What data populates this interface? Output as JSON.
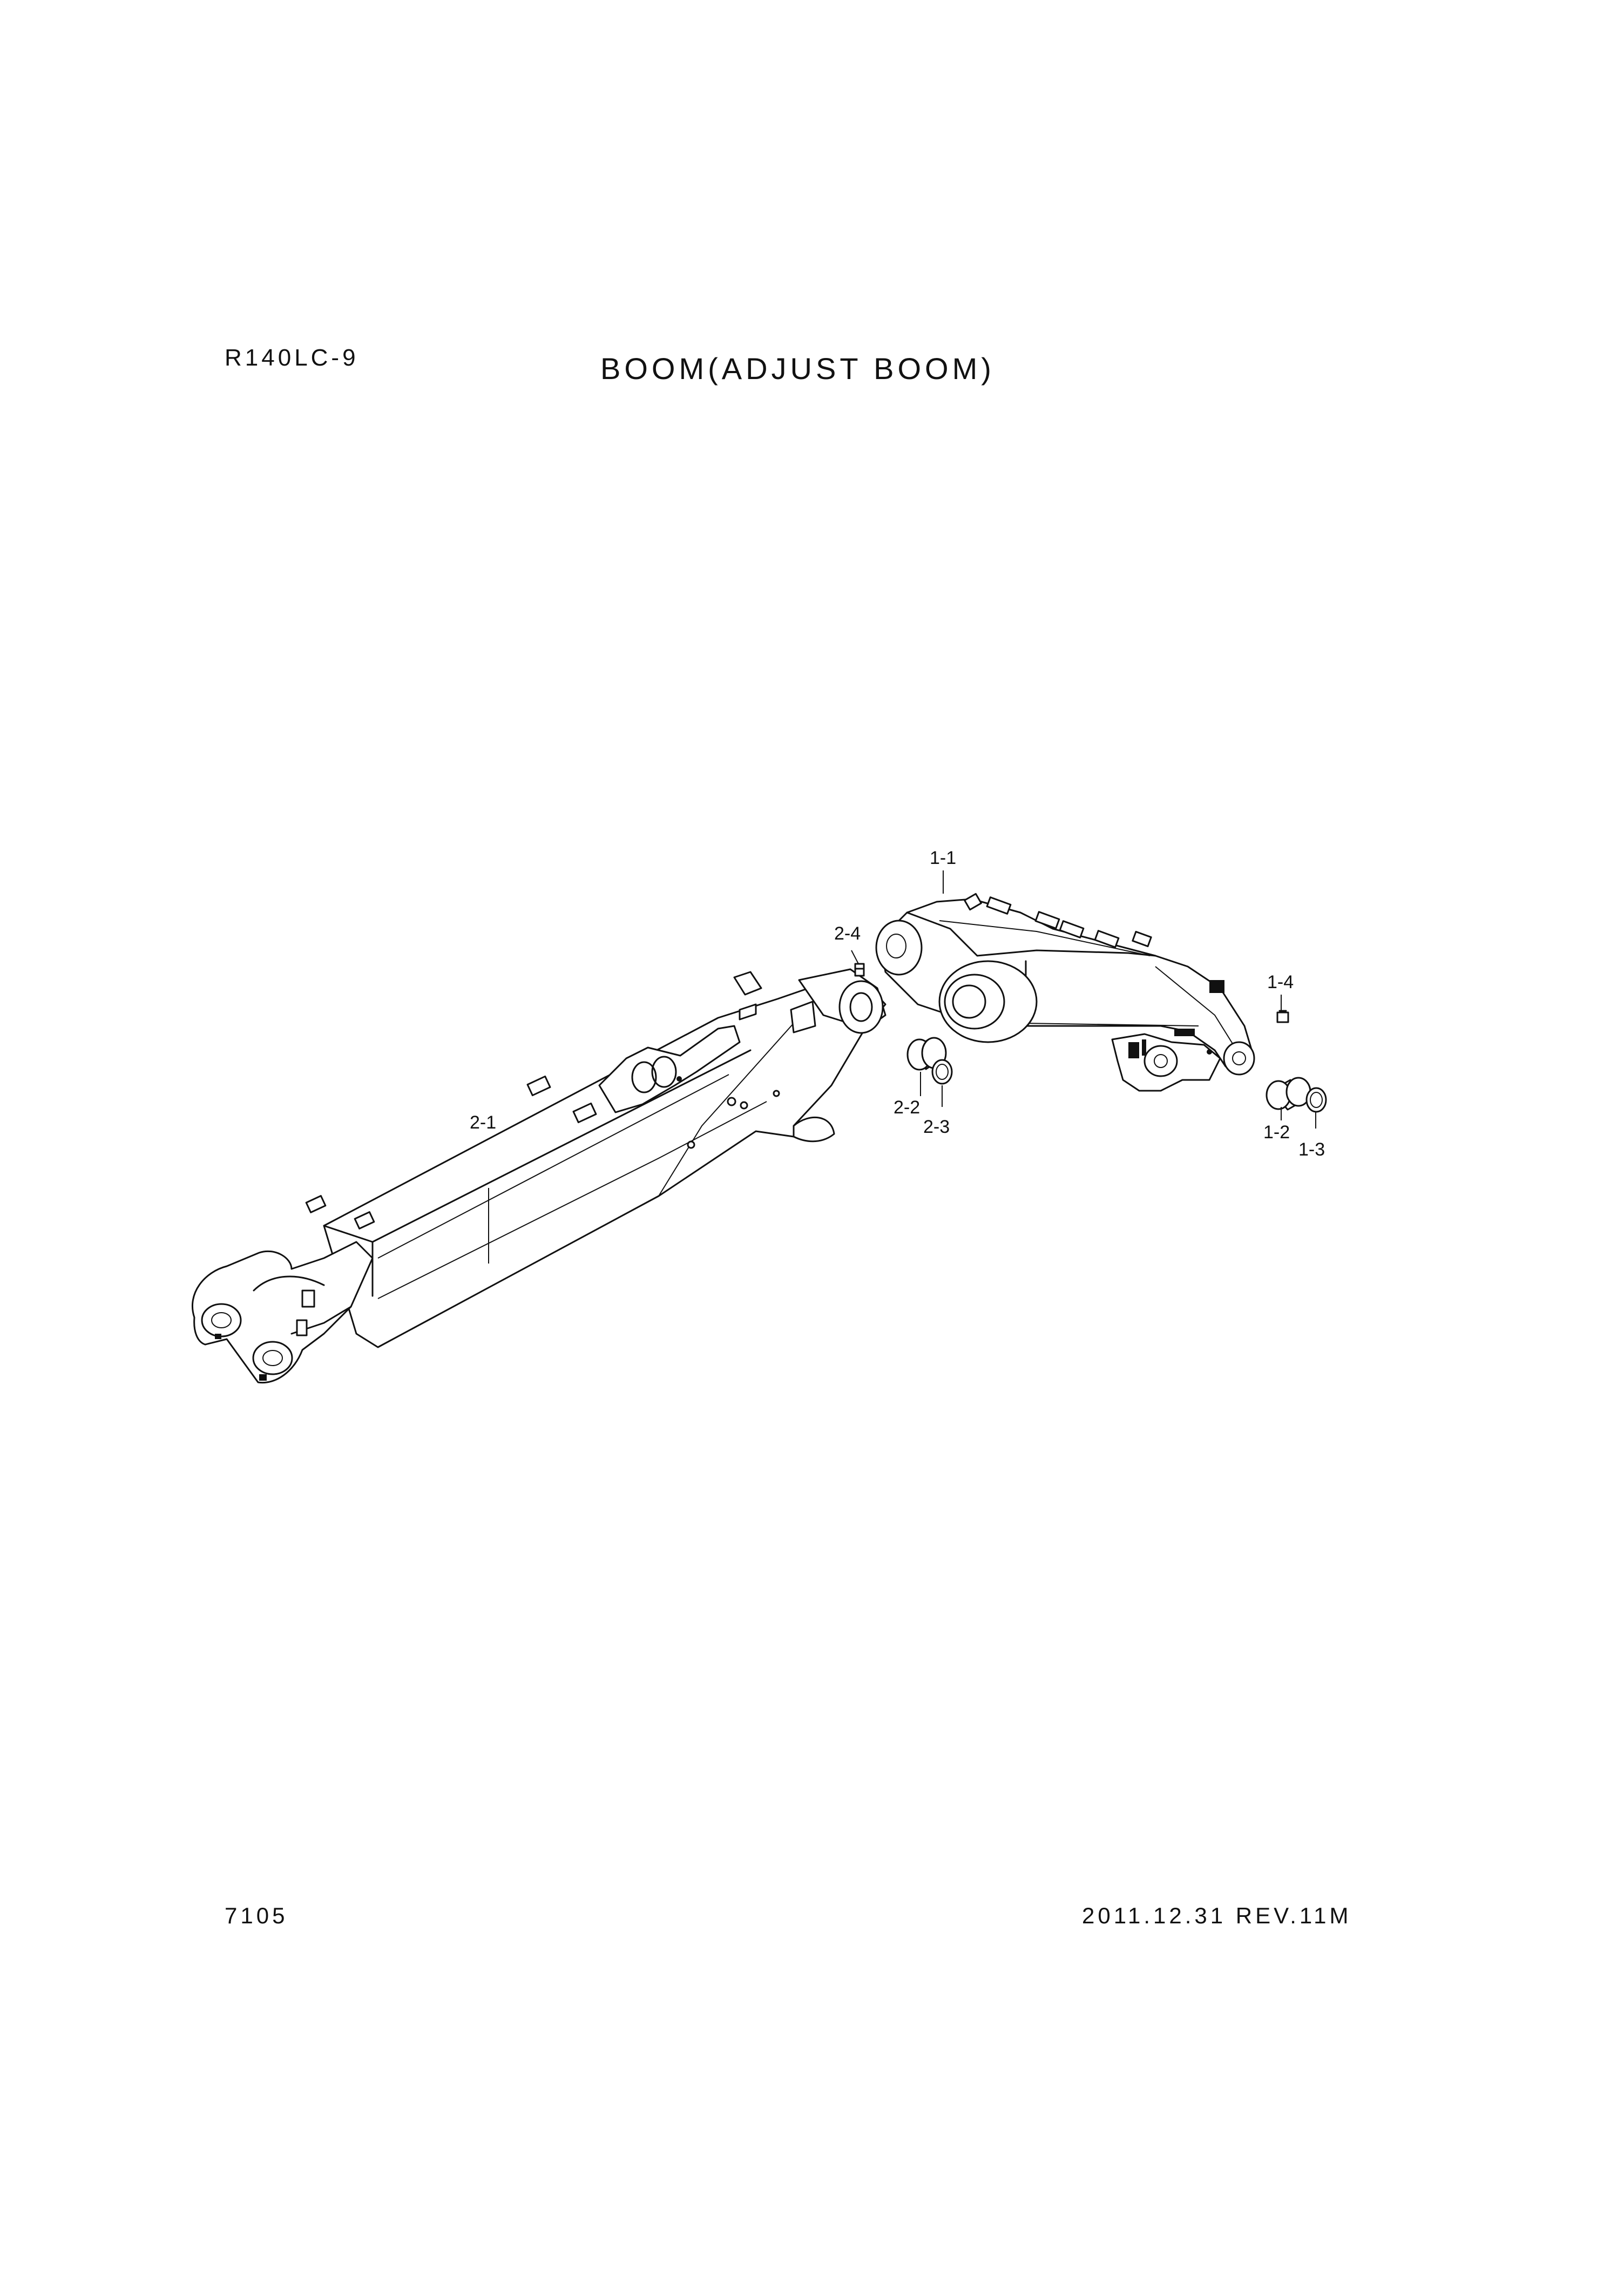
{
  "header": {
    "model": "R140LC-9",
    "title": "BOOM(ADJUST BOOM)"
  },
  "footer": {
    "page_number": "7105",
    "revision": "2011.12.31  REV.11M"
  },
  "callouts": {
    "c1_1": "1-1",
    "c1_2": "1-2",
    "c1_3": "1-3",
    "c1_4": "1-4",
    "c2_1": "2-1",
    "c2_2": "2-2",
    "c2_3": "2-3",
    "c2_4": "2-4"
  }
}
